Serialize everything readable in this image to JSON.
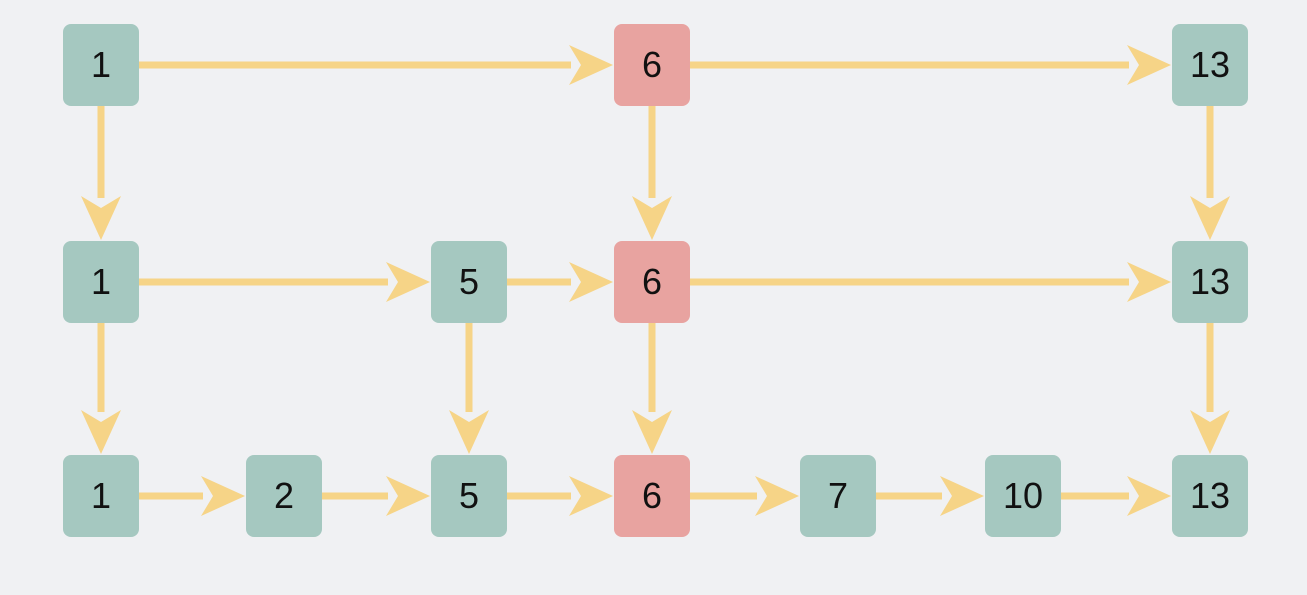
{
  "colors": {
    "background": "#f0f1f3",
    "node_normal": "#a5c8c0",
    "node_highlight": "#e8a3a0",
    "edge": "#f6d487"
  },
  "levels": [
    {
      "name": "top",
      "nodes": [
        {
          "label": "1",
          "highlight": false
        },
        {
          "label": "6",
          "highlight": true
        },
        {
          "label": "13",
          "highlight": false
        }
      ]
    },
    {
      "name": "middle",
      "nodes": [
        {
          "label": "1",
          "highlight": false
        },
        {
          "label": "5",
          "highlight": false
        },
        {
          "label": "6",
          "highlight": true
        },
        {
          "label": "13",
          "highlight": false
        }
      ]
    },
    {
      "name": "bottom",
      "nodes": [
        {
          "label": "1",
          "highlight": false
        },
        {
          "label": "2",
          "highlight": false
        },
        {
          "label": "5",
          "highlight": false
        },
        {
          "label": "6",
          "highlight": true
        },
        {
          "label": "7",
          "highlight": false
        },
        {
          "label": "10",
          "highlight": false
        },
        {
          "label": "13",
          "highlight": false
        }
      ]
    }
  ]
}
